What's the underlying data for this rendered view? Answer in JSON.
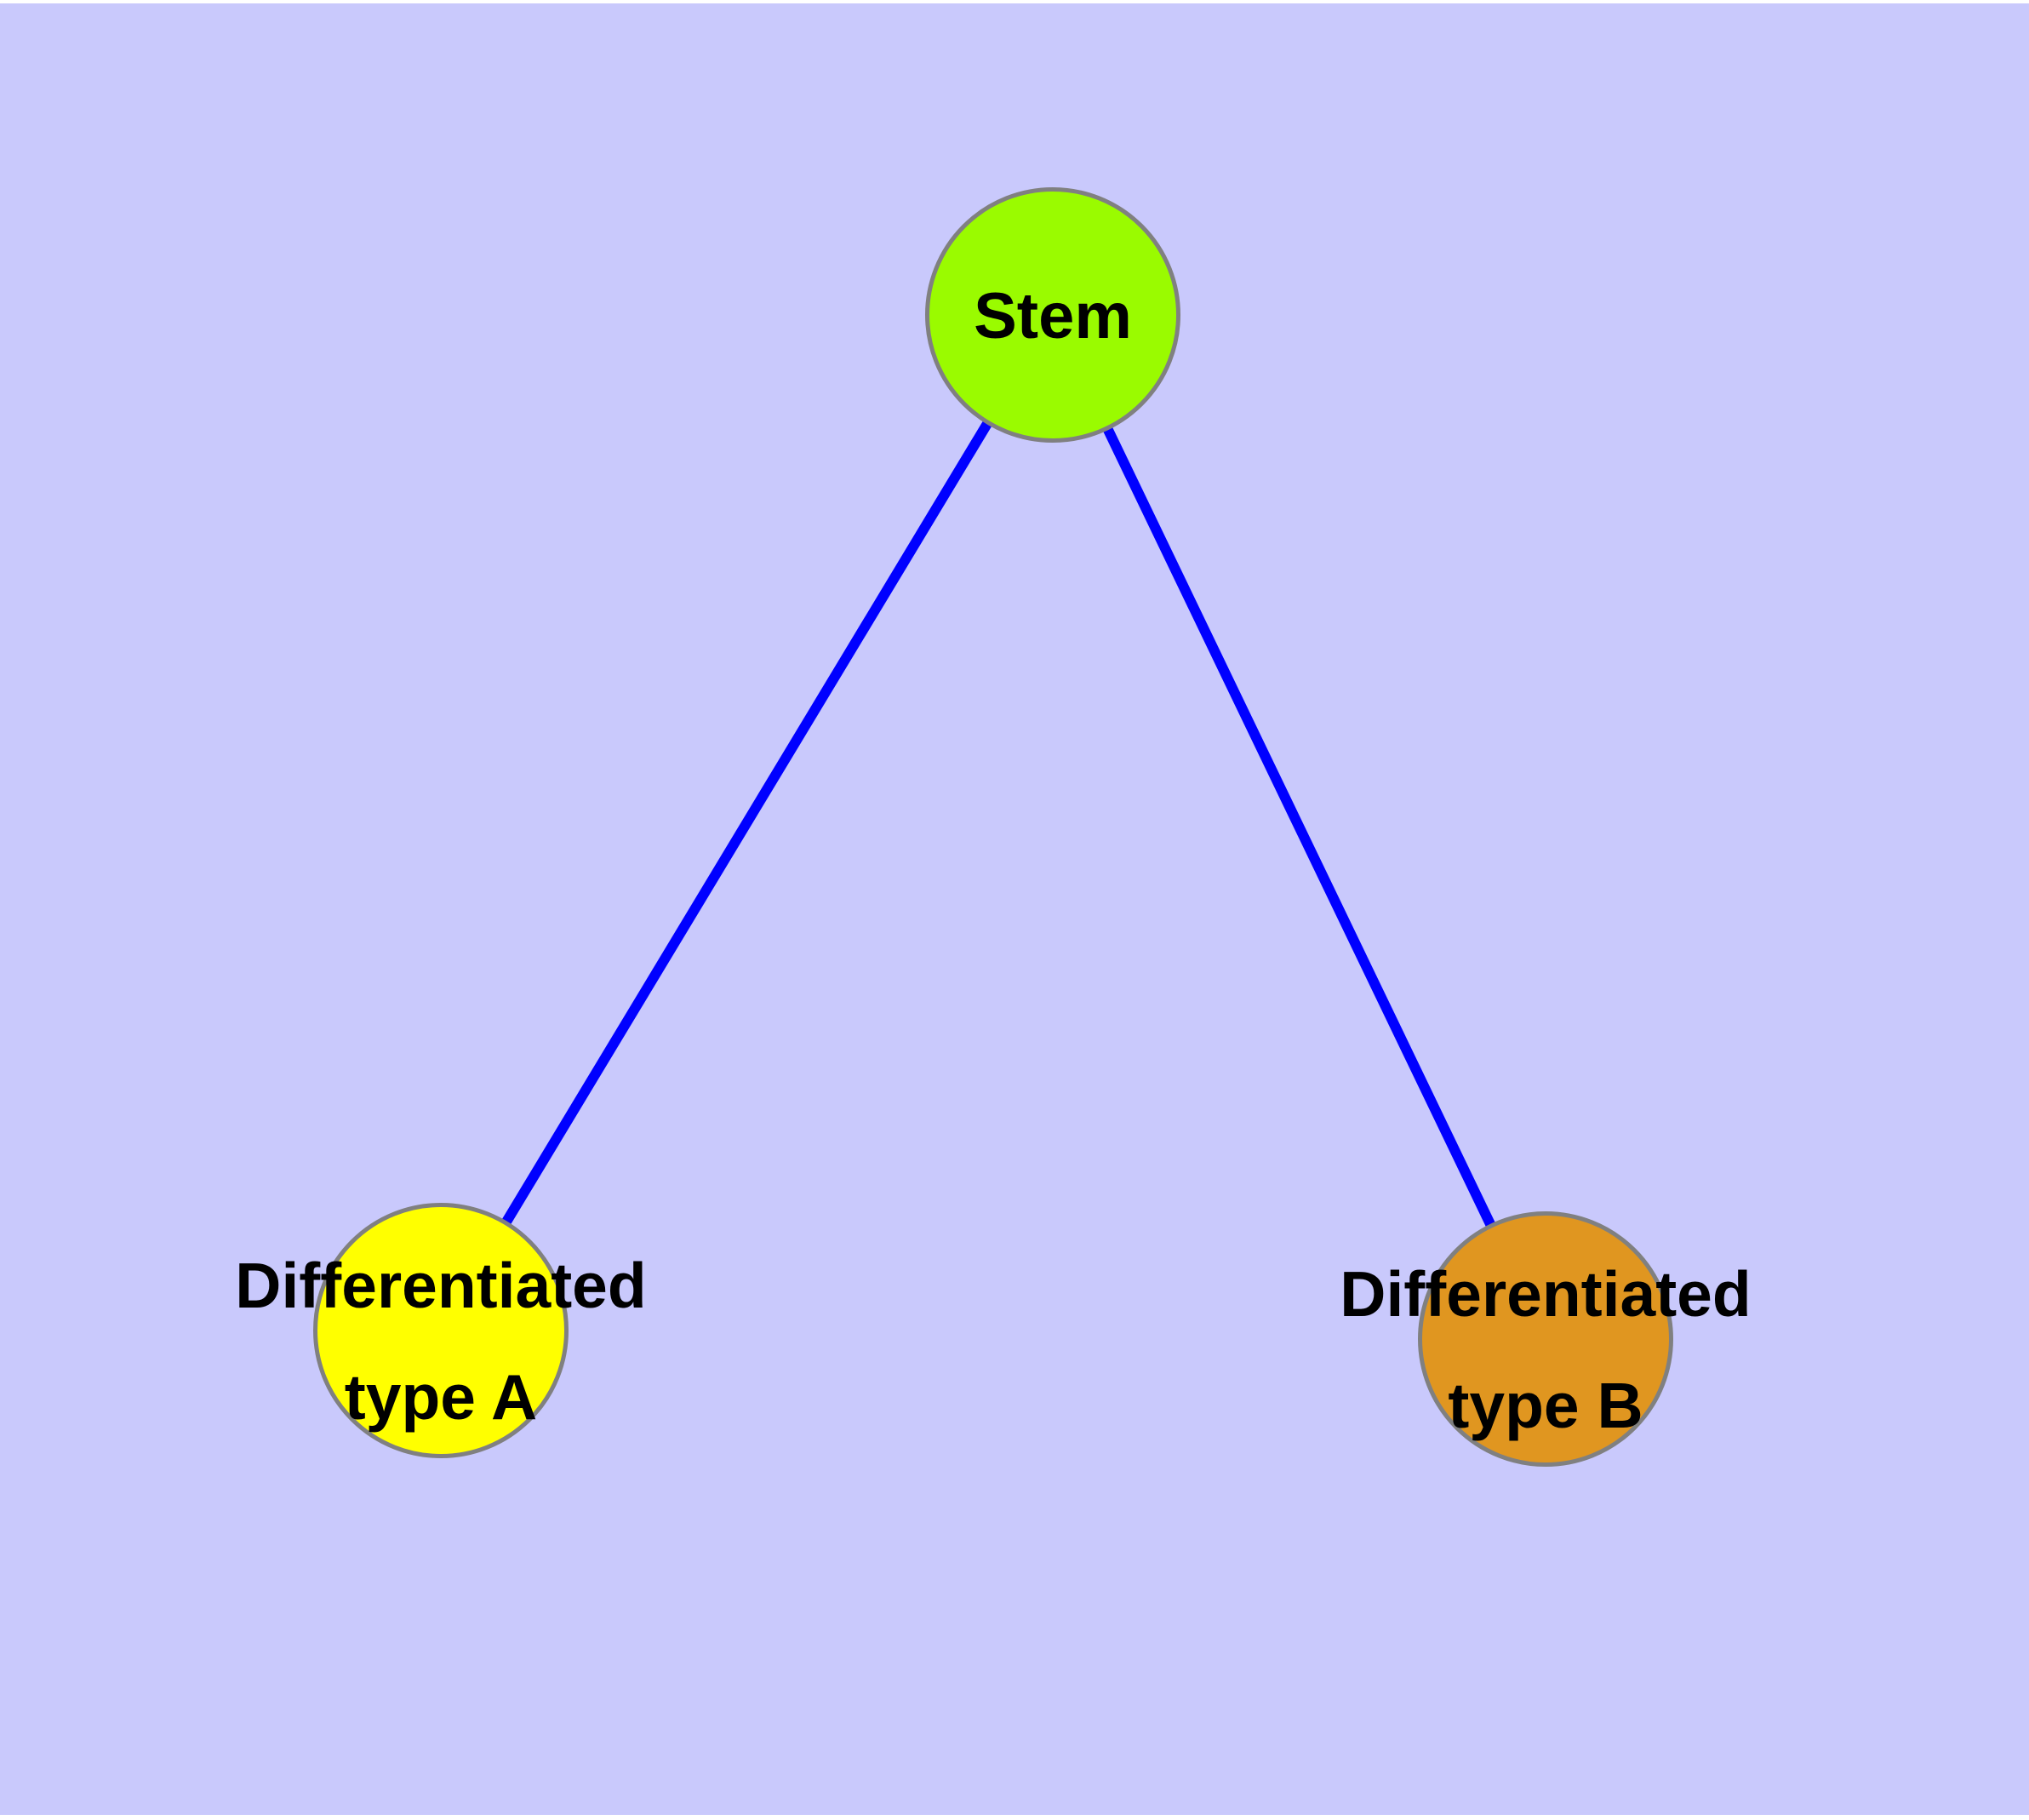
{
  "diagram": {
    "type": "graph",
    "background_color": "#C9C9FC",
    "edge_color": "#0000FF",
    "node_border_color": "#808080",
    "nodes": [
      {
        "id": "stem",
        "label": "Stem",
        "fill": "#9AFB00"
      },
      {
        "id": "type-a",
        "label_line1": "Differentiated",
        "label_line2": "type A",
        "fill": "#FFFF00"
      },
      {
        "id": "type-b",
        "label_line1": "Differentiated",
        "label_line2": "type B",
        "fill": "#E09620"
      }
    ],
    "edges": [
      {
        "from": "stem",
        "to": "type-a"
      },
      {
        "from": "stem",
        "to": "type-b"
      }
    ]
  }
}
